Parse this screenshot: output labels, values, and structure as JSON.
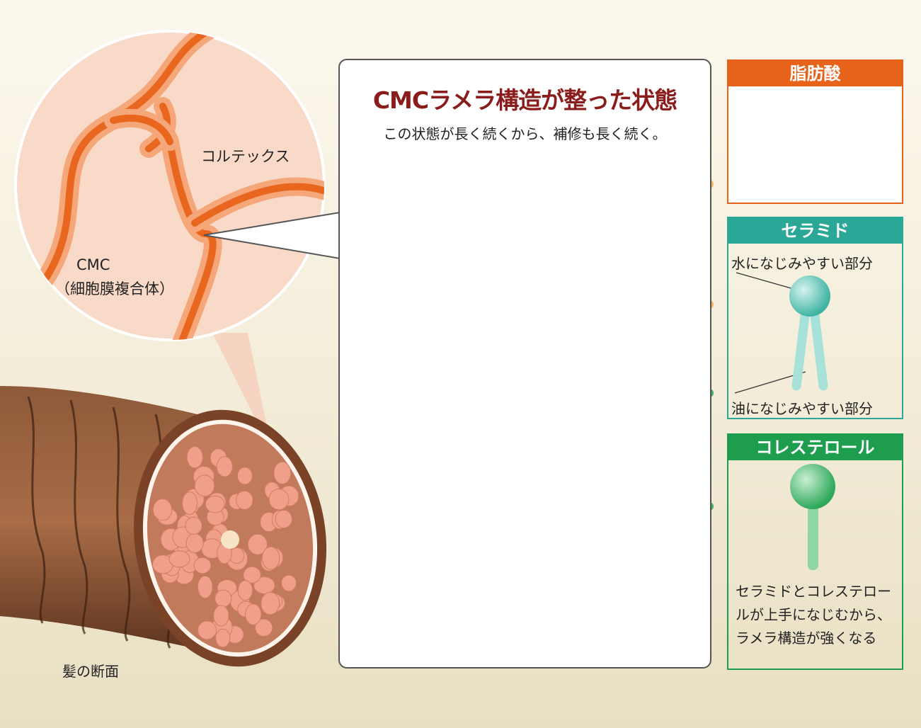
{
  "magnifier": {
    "cortex_label": "コルテックス",
    "cmc_label": "CMC",
    "cmc_full_label": "（細胞膜複合体）"
  },
  "hair": {
    "caption": "髪の断面"
  },
  "main": {
    "title": "CMCラメラ構造が整った状態",
    "subtitle": "この状態が長く続くから、補修も長く続く。"
  },
  "legend": {
    "fatty_acid": {
      "title": "脂肪酸",
      "color": "#e8631a",
      "molecule_color": "#f6b766"
    },
    "ceramide": {
      "title": "セラミド",
      "color": "#2aa797",
      "molecule_color": "#6fcfc2",
      "hydrophilic_label": "水になじみやすい部分",
      "lipophilic_label": "油になじみやすい部分"
    },
    "cholesterol": {
      "title": "コレステロール",
      "color": "#1f9d4e",
      "molecule_color": "#4cbf72",
      "description": "セラミドとコレステロールが上手になじむから、ラメラ構造が強くなる"
    }
  }
}
